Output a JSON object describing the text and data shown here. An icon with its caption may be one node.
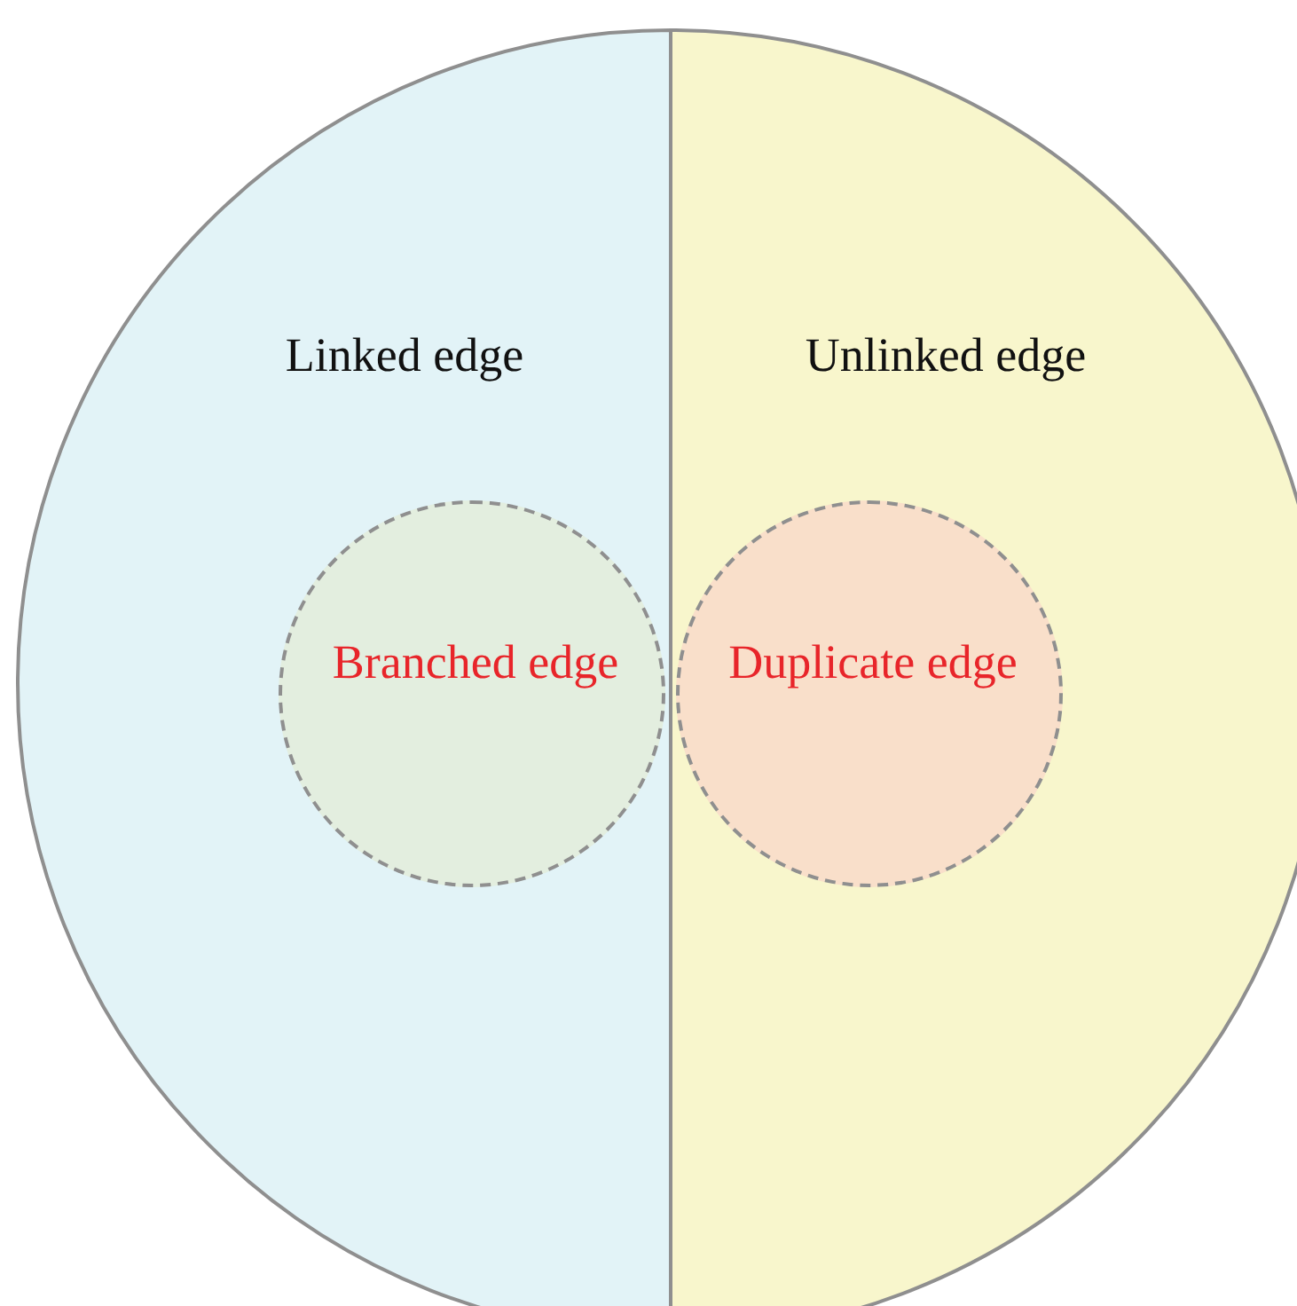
{
  "diagram": {
    "nodes": [
      {
        "text": [
          "Linked edge"
        ]
      },
      {
        "text": [
          "Branched edge"
        ],
        "in": 0
      },
      {
        "text": [
          "Unlinked edge"
        ]
      },
      {
        "text": [
          "Duplicate edge"
        ],
        "in": 2
      }
    ]
  }
}
